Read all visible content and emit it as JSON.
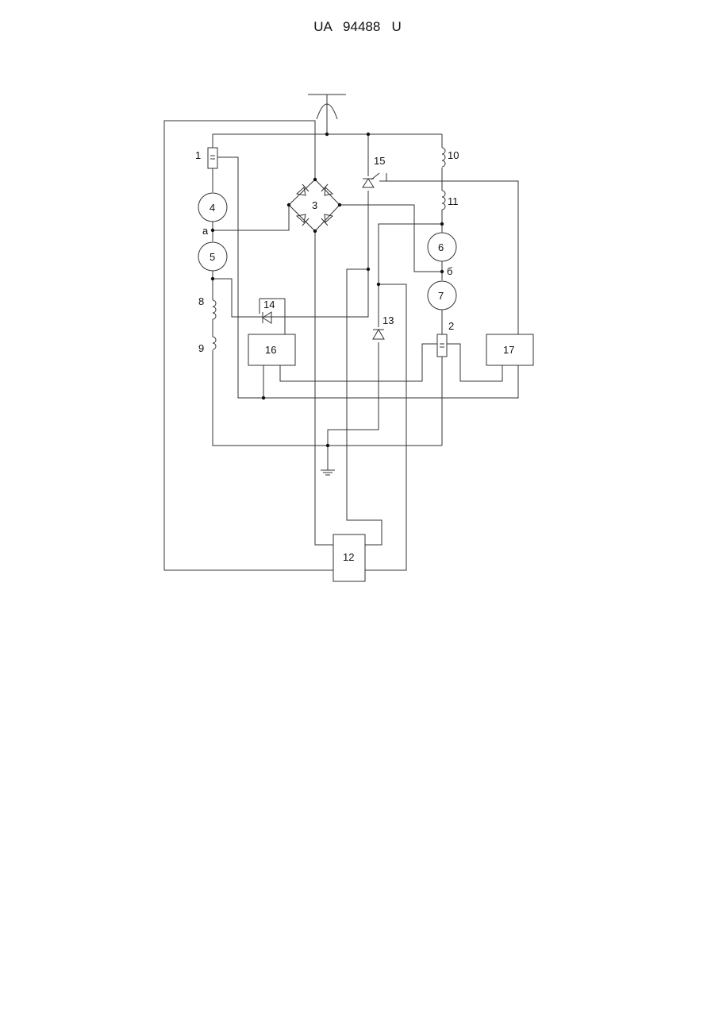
{
  "header": {
    "patent_number": "UA   94488   U"
  },
  "diagram": {
    "labels": {
      "c1": "1",
      "c2": "2",
      "c3": "3",
      "c4": "4",
      "c5": "5",
      "c6": "6",
      "c7": "7",
      "c8": "8",
      "c9": "9",
      "c10": "10",
      "c11": "11",
      "c12": "12",
      "c13": "13",
      "c14": "14",
      "c15": "15",
      "c16": "16",
      "c17": "17",
      "node_a": "a",
      "node_b": "б"
    }
  }
}
